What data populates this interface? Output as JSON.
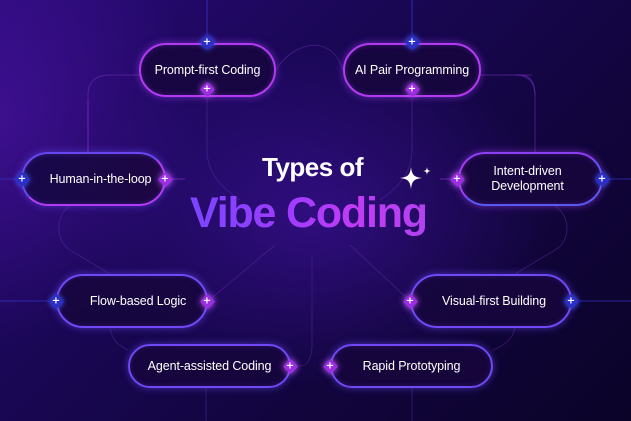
{
  "title": {
    "line1": "Types of",
    "line2": "Vibe Coding"
  },
  "colors": {
    "background": "#160648",
    "node_border_pink": "#b43af2",
    "node_border_blue": "#5a4cf5",
    "title_gradient_start": "#7a45ff",
    "title_gradient_end": "#c23cf5",
    "connector_blue": "#2a2fc8",
    "connector_purple": "#9a2ee0"
  },
  "nodes": [
    {
      "id": "prompt-first",
      "label": "Prompt-first Coding"
    },
    {
      "id": "ai-pair",
      "label": "AI Pair Programming"
    },
    {
      "id": "human-in-loop",
      "label": "Human-in-the-loop"
    },
    {
      "id": "intent-driven",
      "label": "Intent-driven\nDevelopment"
    },
    {
      "id": "flow-based",
      "label": "Flow-based Logic"
    },
    {
      "id": "visual-first",
      "label": "Visual-first Building"
    },
    {
      "id": "agent-assisted",
      "label": "Agent-assisted Coding"
    },
    {
      "id": "rapid-prototyping",
      "label": "Rapid Prototyping"
    }
  ],
  "icons": {
    "plus": "+",
    "sparkle": "four-point-star"
  }
}
